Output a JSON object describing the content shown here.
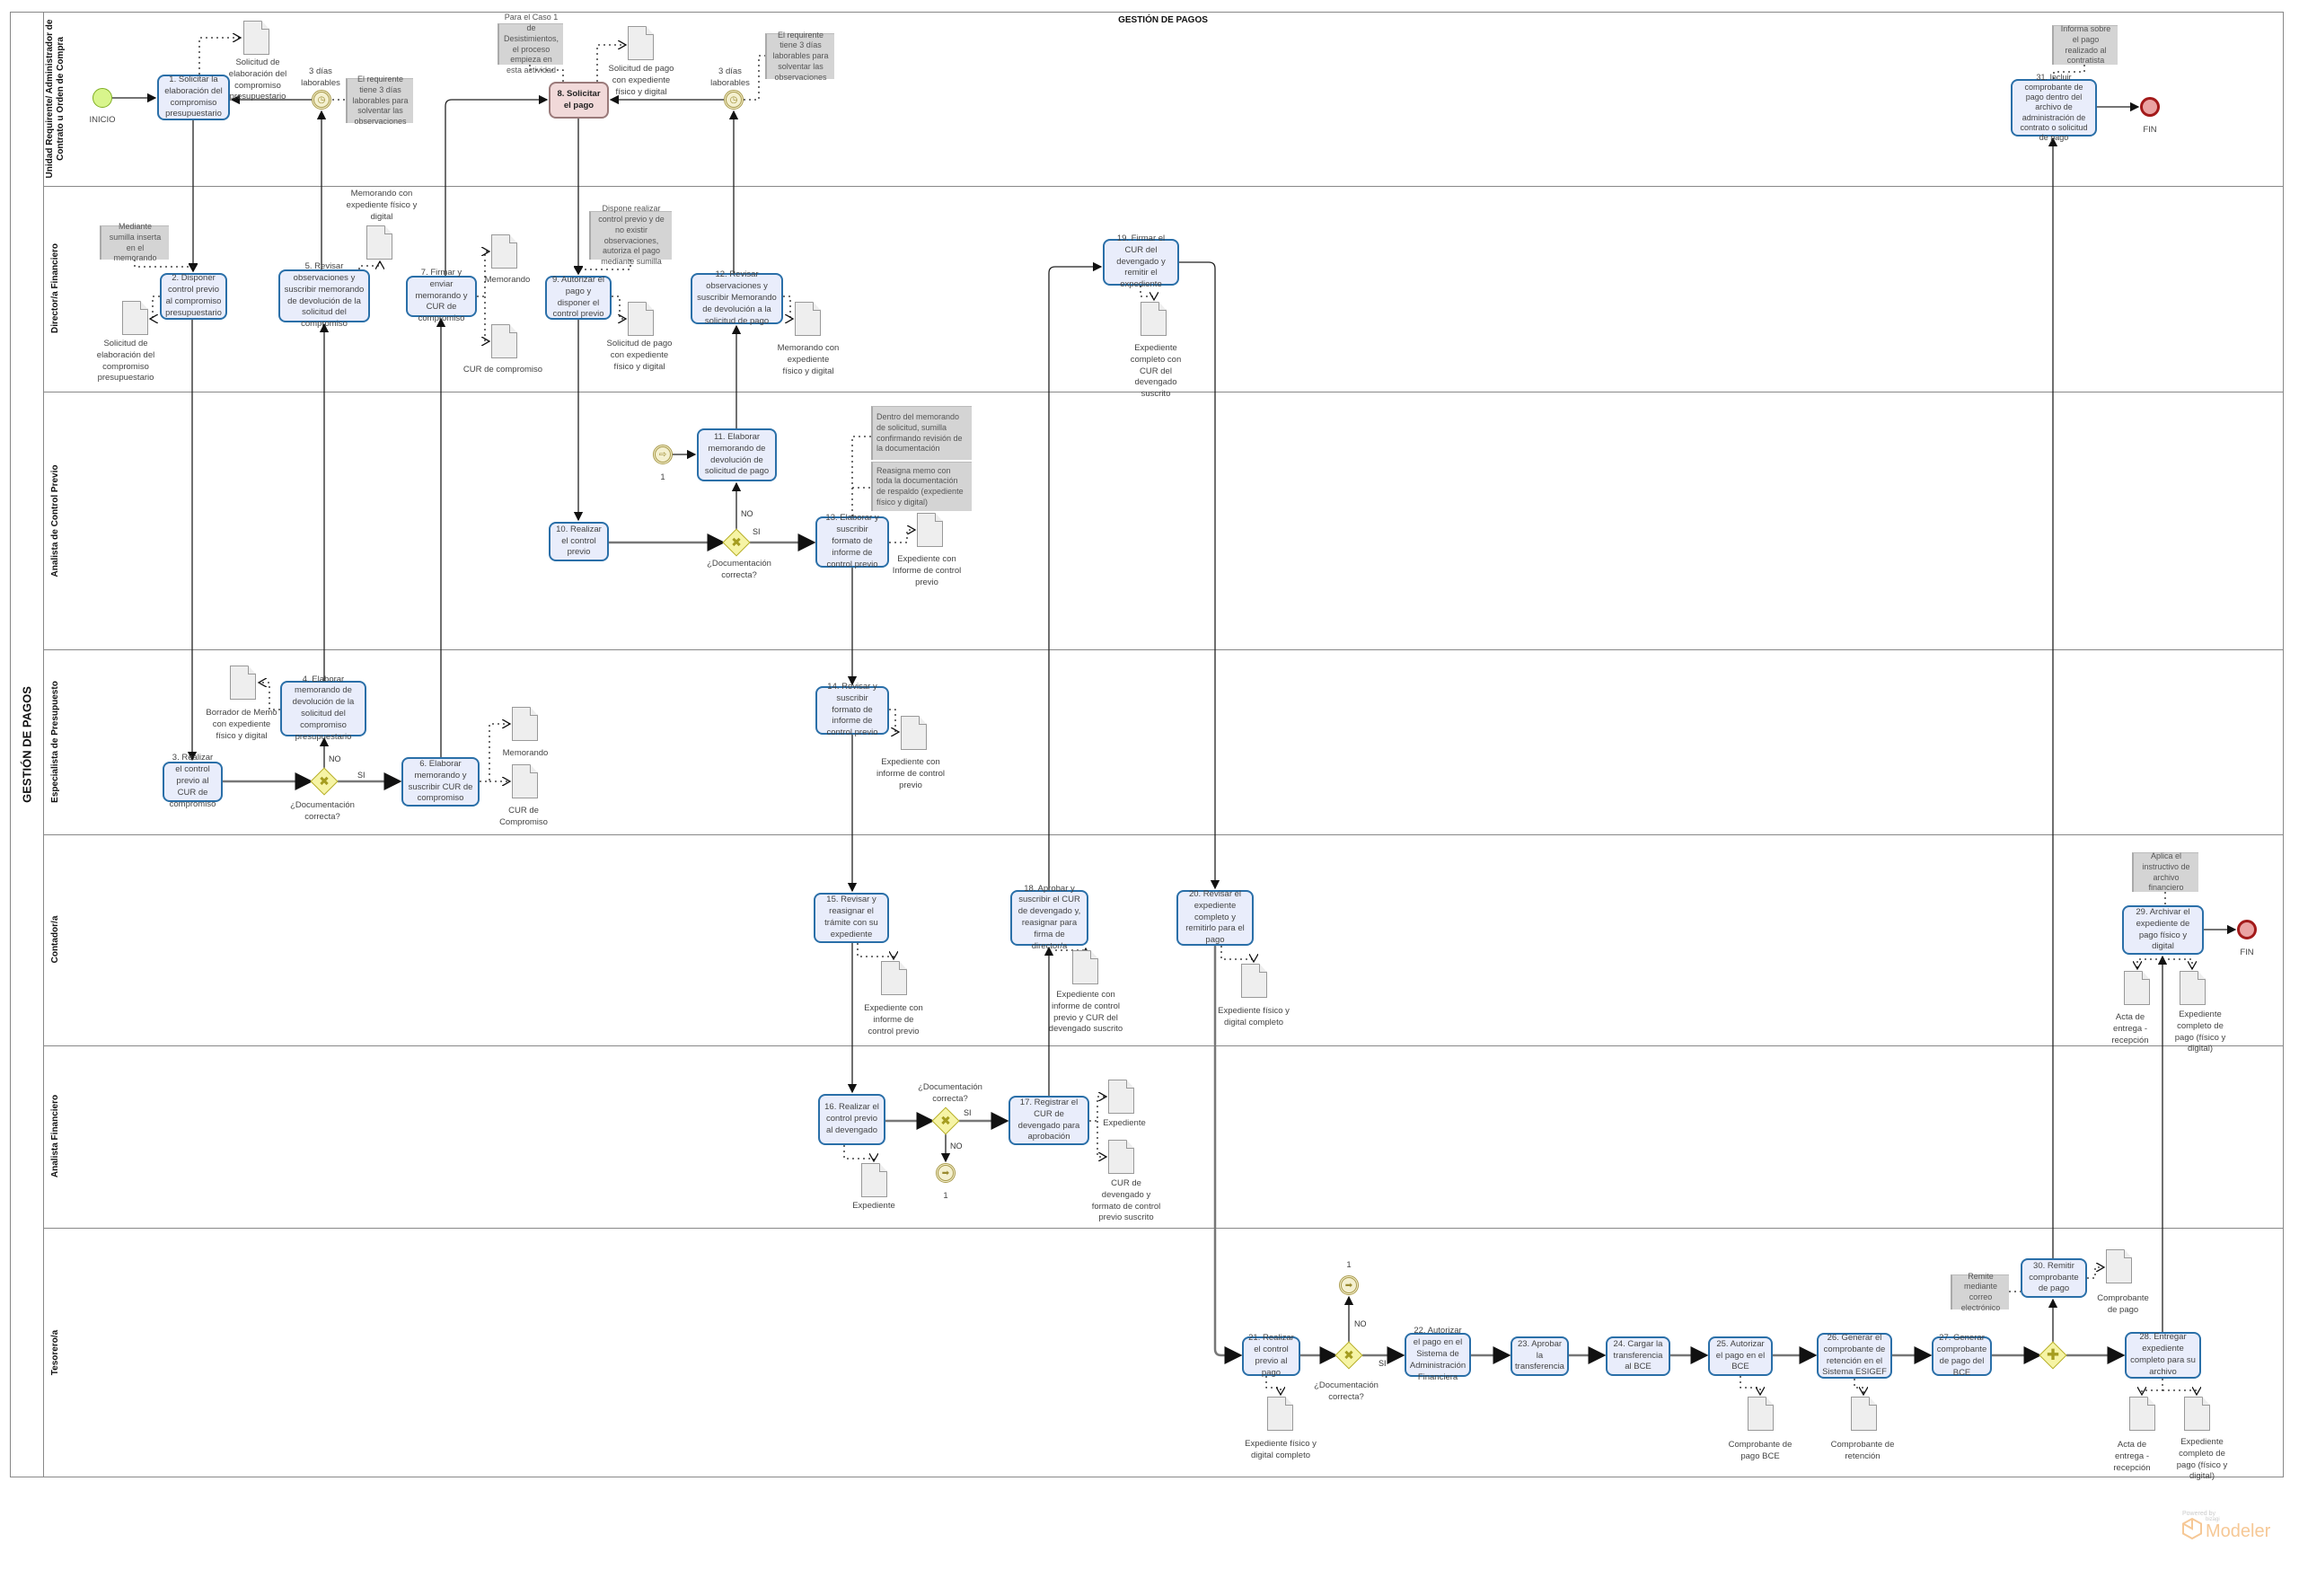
{
  "header": {
    "title": "GESTIÓN DE PAGOS"
  },
  "pool": {
    "title": "GESTIÓN DE PAGOS"
  },
  "lanes": [
    "Unidad Requirente/ Administrador de Contrato u Orden de Compra",
    "Director/a  Financiero",
    "Analista de Control Previo",
    "Especialista de Presupuesto",
    "Contador/a",
    "Analista Financiero",
    "Tesorero/a"
  ],
  "events": {
    "start": "INICIO",
    "end_1": "FIN",
    "end_2": "FIN",
    "timer_1": "3 días laborables",
    "timer_2": "3 días laborables",
    "link_catch": "1",
    "link_throw_a": "1",
    "link_throw_b": "1"
  },
  "gateways": {
    "question": "¿Documentación correcta?",
    "yes": "SI",
    "no": "NO"
  },
  "tasks": {
    "t1": "1. Solicitar la elaboración del compromiso presupuestario",
    "t2": "2. Disponer control previo al compromiso presupuestario",
    "t3": "3. Realizar el control previo al CUR de compromiso",
    "t4": "4. Elaborar memorando de devolución de la solicitud del compromiso presupuestario",
    "t5": "5. Revisar observaciones y suscribir memorando de devolución de la solicitud del compromiso",
    "t6": "6. Elaborar memorando y suscribir CUR de compromiso",
    "t7": "7. Firmar y enviar memorando y CUR de compromiso",
    "t8": "8. Solicitar el pago",
    "t9": "9. Autorizar el pago y disponer el control previo",
    "t10": "10. Realizar el control previo",
    "t11": "11. Elaborar memorando de devolución de solicitud de pago",
    "t12": "12. Revisar observaciones y suscribir Memorando de devolución a la solicitud de pago",
    "t13": "13. Elaborar y suscribir formato de informe de control previo",
    "t14": "14. Revisar y suscribir formato de informe de control previo",
    "t15": "15. Revisar y reasignar el trámite con su expediente",
    "t16": "16. Realizar el control previo al devengado",
    "t17": "17. Registrar el CUR de devengado para aprobación",
    "t18": "18. Aprobar y suscribir el CUR de devengado y, reasignar para firma de director/a",
    "t19": "19. Firmar el CUR del devengado y remitir el expediente",
    "t20": "20. Revisar el expediente completo y remitirlo  para el pago",
    "t21": "21. Realizar el control previo al pago",
    "t22": "22. Autorizar el pago en el Sistema de Administración Financiera",
    "t23": "23. Aprobar la transferencia",
    "t24": "24. Cargar la transferencia al BCE",
    "t25": "25. Autorizar el pago en el BCE",
    "t26": "26. Generar el comprobante de retención en el Sistema ESIGEF",
    "t27": "27. Generar comprobante de pago del BCE",
    "t28": "28. Entregar expediente completo para su archivo",
    "t29": "29. Archivar el expediente de pago físico y digital",
    "t30": "30. Remitir comprobante de pago",
    "t31": "31. Incluir comprobante de pago dentro del archivo de administración de contrato o solicitud de pago"
  },
  "documents": {
    "d1": "Solicitud de elaboración del compromiso presupuestario",
    "d2": "Solicitud de pago con expediente físico y digital",
    "d3": "Solicitud de elaboración del compromiso presupuestario",
    "d4": "Memorando con expediente físico y digital",
    "d5": "Memorando",
    "d6": "CUR de compromiso",
    "d7": "Solicitud de pago con expediente físico y digital",
    "d8": "Memorando con expediente físico y digital",
    "d9": "Expediente completo con CUR del devengado suscrito",
    "d10": "Expediente con Informe de control previo",
    "d11": "Borrador de Memo con expediente físico y digital",
    "d12": "Memorando",
    "d13": "CUR de Compromiso",
    "d14": "Expediente con informe de control previo",
    "d15": "Expediente con informe de control previo",
    "d16": "Expediente con informe de control previo y CUR del devengado suscrito",
    "d17": "Expediente físico y digital completo",
    "d18": "Acta de entrega - recepción",
    "d19": "Expediente completo de pago (físico y digital)",
    "d20": "Expediente",
    "d21": "Expediente",
    "d22": "CUR de devengado y formato de control previo suscrito",
    "d23": "Expediente físico y digital completo",
    "d24": "Comprobante de pago BCE",
    "d25": "Comprobante de retención",
    "d26": "Comprobante de pago",
    "d27": "Acta de entrega - recepción",
    "d28": "Expediente completo de pago (físico y digital)"
  },
  "annotations": {
    "a1": "El requirente tiene 3 días laborables para solventar las observaciones",
    "a2": "Para el Caso 1 de Desistimientos, el proceso empieza en esta actividad",
    "a3": "El requirente tiene 3 días laborables para solventar las observaciones",
    "a4": "Mediante sumilla inserta en el memorando",
    "a5": "Dispone realizar control previo y de no existir observaciones, autoriza el pago mediante sumilla",
    "a6": "Dentro del memorando de solicitud, sumilla confirmando revisión de la documentación",
    "a7": "Reasigna memo con toda la documentación de respaldo (expediente físico y digital)",
    "a8": "Aplica el instructivo de archivo financiero",
    "a9": "Remite mediante correo electrónico",
    "a10": "Informa sobre el pago realizado al contratista"
  },
  "footer": {
    "powered_by": "Powered by",
    "brand": "bizagi",
    "product": "Modeler"
  },
  "colors": {
    "task_fill": "#e9edfb",
    "task_border": "#2a6fa8",
    "highlight_task": "#f1d9d9",
    "start": "#d8f58c",
    "end": "#eaa3a3",
    "gateway": "#f6f4a5",
    "annotation": "#d4d4d4",
    "logo": "#f6c896"
  }
}
